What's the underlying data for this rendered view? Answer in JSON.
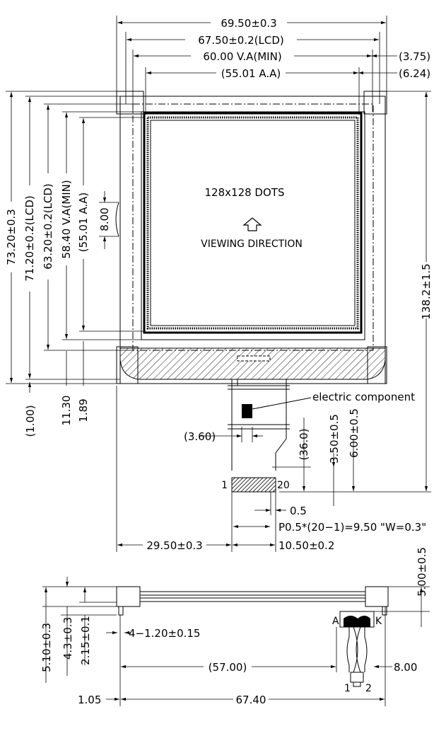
{
  "front_view": {
    "dims_horizontal": {
      "outline": "69.50±0.3",
      "lcd": "67.50±0.2(LCD)",
      "va": "60.00  V.A(MIN)",
      "aa": "(55.01  A.A)",
      "off_375": "(3.75)",
      "off_624": "(6.24)"
    },
    "dims_vertical": {
      "outline": "73.20±0.3",
      "lcd_total": "71.20±0.2(LCD)",
      "lcd": "63.20±0.2(LCD)",
      "va": "58.40  V.A(MIN)",
      "aa": "(55.01  A.A)",
      "off_800": "8.00",
      "off_100": "(1.00)",
      "off_1130": "11.30",
      "off_189": "1.89"
    },
    "display": {
      "dots": "128x128 DOTS",
      "viewing": "VIEWING  DIRECTION"
    },
    "fpc": {
      "component": "electric  component",
      "w360": "(3.60)",
      "h360": "(36.0)",
      "d350": "3.50±0.5",
      "d600": "6.00±0.5",
      "total_height": "138.2±1.5",
      "pin_first": "1",
      "pin_last": "20",
      "pitch": "0.5",
      "pitch_formula": "P0.5*(20−1)=9.50  \"W=0.3\"",
      "left_offset": "29.50±0.3",
      "width": "10.50±0.2"
    }
  },
  "side_view": {
    "d500": "5.00±0.5",
    "d510": "5.10±0.3",
    "d43": "4.3±0.3",
    "d215": "2.15±0.1",
    "holes": "4−1.20±0.15",
    "d5700": "(57.00)",
    "d800": "8.00",
    "d105": "1.05",
    "d6740": "67.40",
    "anode": "A",
    "cathode": "K",
    "pin1": "1",
    "pin2": "2"
  }
}
